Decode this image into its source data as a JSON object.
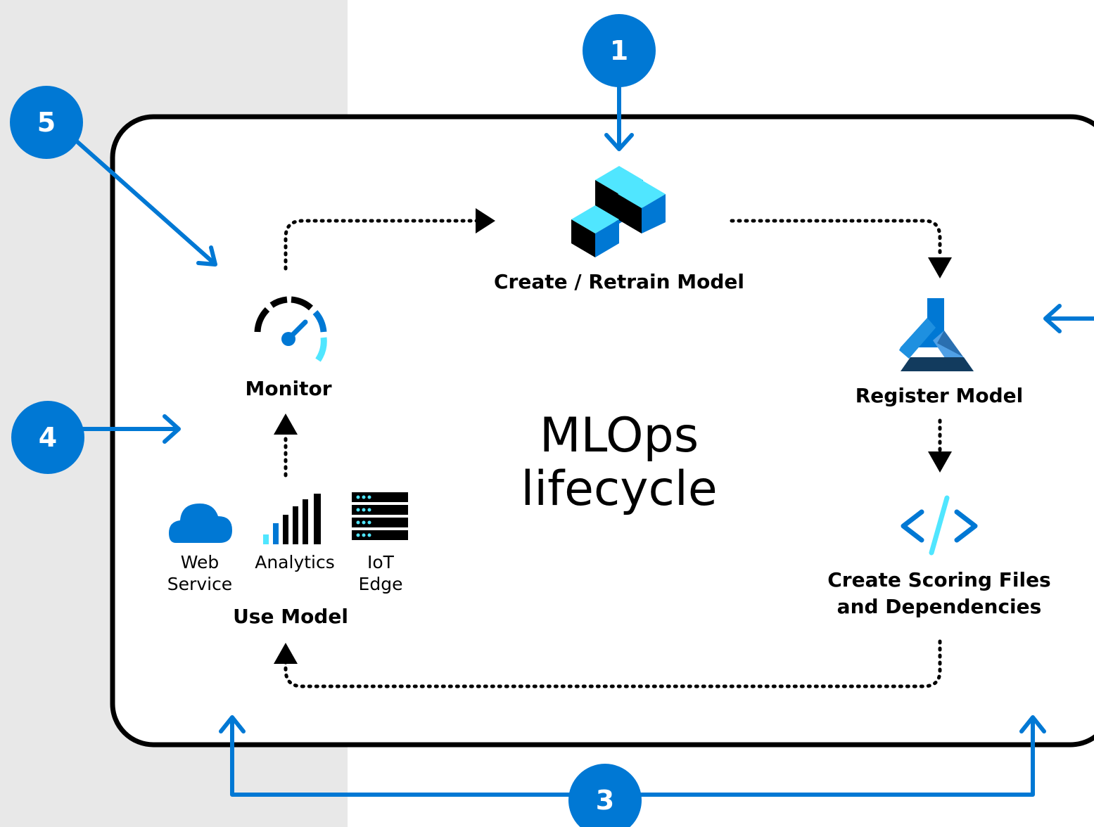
{
  "colors": {
    "accent_blue": "#0078d4",
    "light_cyan": "#50e6ff",
    "side_panel": "#e8e8e8",
    "frame": "#000000"
  },
  "title": {
    "line1": "MLOps",
    "line2": "lifecycle"
  },
  "steps": {
    "create": "Create / Retrain Model",
    "register": "Register Model",
    "scoring_line1": "Create Scoring Files",
    "scoring_line2": "and Dependencies",
    "use_model": "Use Model",
    "monitor": "Monitor"
  },
  "targets": {
    "web_service": "Web Service",
    "analytics": "Analytics",
    "iot_edge": "IoT Edge"
  },
  "badges": [
    "1",
    "3",
    "4",
    "5"
  ],
  "icons": [
    "cubes-icon",
    "ml-flask-icon",
    "code-icon",
    "gauge-icon",
    "cloud-icon",
    "signal-bars-icon",
    "server-rack-icon"
  ]
}
